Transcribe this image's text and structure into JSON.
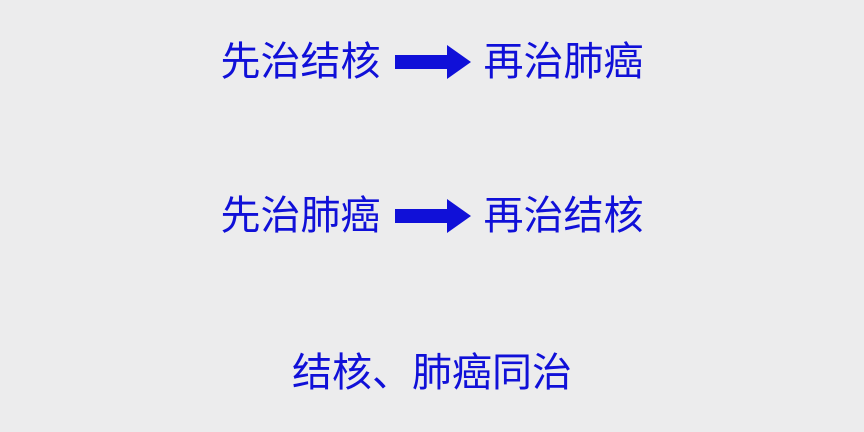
{
  "rows": [
    {
      "left": "先治结核",
      "right": "再治肺癌",
      "arrow_icon": "right-arrow-icon"
    },
    {
      "left": "先治肺癌",
      "right": "再治结核",
      "arrow_icon": "right-arrow-icon"
    },
    {
      "text": "结核、肺癌同治"
    }
  ],
  "colors": {
    "text": "#1010d8",
    "background": "#ececed"
  }
}
